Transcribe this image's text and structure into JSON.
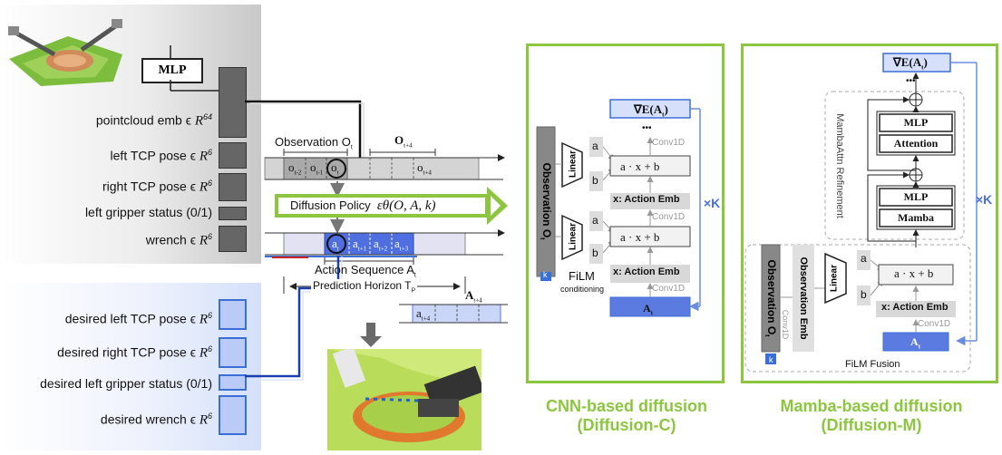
{
  "left": {
    "mlp": "MLP",
    "obs_inputs": [
      {
        "label": "pointcloud emb ϵ ",
        "sym": "R",
        "sup": "64"
      },
      {
        "label": "left TCP pose ϵ ",
        "sym": "R",
        "sup": "6"
      },
      {
        "label": "right TCP pose ϵ ",
        "sym": "R",
        "sup": "6"
      },
      {
        "label": "left gripper status (0/1)",
        "sym": "",
        "sup": ""
      },
      {
        "label": "wrench ϵ ",
        "sym": "R",
        "sup": "6"
      }
    ],
    "act_outputs": [
      {
        "label": "desired left TCP pose ϵ ",
        "sym": "R",
        "sup": "6"
      },
      {
        "label": "desired right TCP pose ϵ ",
        "sym": "R",
        "sup": "6"
      },
      {
        "label": "desired left gripper status (0/1)",
        "sym": "",
        "sup": ""
      },
      {
        "label": "desired wrench ϵ ",
        "sym": "R",
        "sup": "6"
      }
    ]
  },
  "timeline": {
    "obs_label": "Observation O",
    "obs_sub": "t",
    "obs_next": "O",
    "obs_next_sub": "t+4",
    "obs_cells": [
      "o",
      "o",
      "o"
    ],
    "obs_cell_subs": [
      "t-2",
      "t-1",
      "t"
    ],
    "obs_future": "o",
    "obs_future_sub": "t+4",
    "policy": "Diffusion Policy",
    "policy_formula": "εθ(O, A, k)",
    "act_cells": [
      "a",
      "a",
      "a",
      "a"
    ],
    "act_cell_subs": [
      "t",
      "t+1",
      "t+2",
      "t+3"
    ],
    "action_seq": "Action Sequence A",
    "action_seq_sub": "t",
    "horizon": "Prediction Horizon T",
    "horizon_sub": "P",
    "a_next": "A",
    "a_next_sub": "t+4",
    "a_next_cell": "a",
    "a_next_cell_sub": "t+4"
  },
  "cnn": {
    "grad": "∇E(A",
    "grad_sub": "t",
    "dots": "•••",
    "conv": "Conv1D",
    "obs": "Observation O",
    "obs_sub": "t",
    "k": "k",
    "linear": "Linear",
    "a": "a",
    "b": "b",
    "formula": "a · x + b",
    "action_emb": "x: Action Emb",
    "film": "FiLM",
    "film_sub": "conditioning",
    "at": "A",
    "at_sub": "t",
    "times_k": "×K",
    "title1": "CNN-based diffusion",
    "title2": "(Diffusion-C)"
  },
  "mamba": {
    "grad": "∇E(A",
    "grad_sub": "t",
    "dots": "•••",
    "refine": "MambaAttn Refinement",
    "mlp": "MLP",
    "attention": "Attention",
    "mamba": "Mamba",
    "obs": "Observation O",
    "obs_sub": "t",
    "obs_emb": "Observation Emb",
    "conv": "Conv1D",
    "k": "k",
    "linear": "Linear",
    "a": "a",
    "b": "b",
    "formula": "a · x + b",
    "action_emb": "x: Action Emb",
    "at": "A",
    "at_sub": "t",
    "film_fusion": "FiLM Fusion",
    "times_k": "×K",
    "title1": "Mamba-based diffusion",
    "title2": "(Diffusion-M)"
  },
  "colors": {
    "green": "#8cc63f",
    "blue": "#3b6fd8",
    "gray": "#666666",
    "light_blue": "#b9cbf6"
  }
}
